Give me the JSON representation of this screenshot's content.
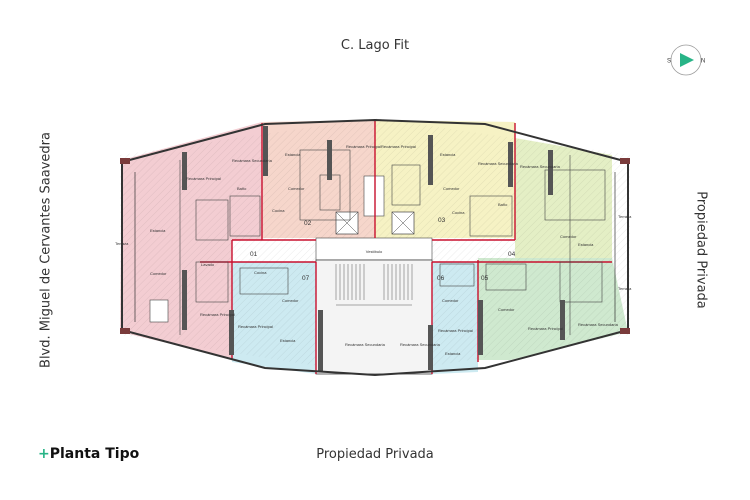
{
  "streets": {
    "top": "C. Lago Fit",
    "bottom": "Propiedad Privada",
    "left": "Blvd. Miguel de Cervantes Saavedra",
    "right": "Propiedad Privada"
  },
  "plan_title": {
    "plus": "+",
    "text": "Planta Tipo"
  },
  "compass": {
    "south": "S",
    "north": "N",
    "color": "#28b487"
  },
  "colors": {
    "unit_pink": "#f3cdd2",
    "unit_salmon": "#f6d6cb",
    "unit_yellow": "#f6f2c4",
    "unit_lime": "#e4efc5",
    "unit_cyan": "#cdeaf1",
    "unit_green": "#cfe9cf",
    "divider": "#c8102e"
  },
  "units": [
    {
      "id": "01",
      "label": "01"
    },
    {
      "id": "02",
      "label": "02"
    },
    {
      "id": "03",
      "label": "03"
    },
    {
      "id": "04",
      "label": "04"
    },
    {
      "id": "05",
      "label": "05"
    },
    {
      "id": "06",
      "label": "06"
    },
    {
      "id": "07",
      "label": "07"
    }
  ],
  "room_labels": {
    "terrace": "Terraza",
    "bedroom_main": "Recámara Principal",
    "bedroom_secondary": "Recámara Secundaria",
    "dining": "Comedor",
    "kitchen": "Cocina",
    "bath": "Baño",
    "living": "Estancia",
    "laundry": "Lavado",
    "lobby": "Vestíbulo"
  }
}
